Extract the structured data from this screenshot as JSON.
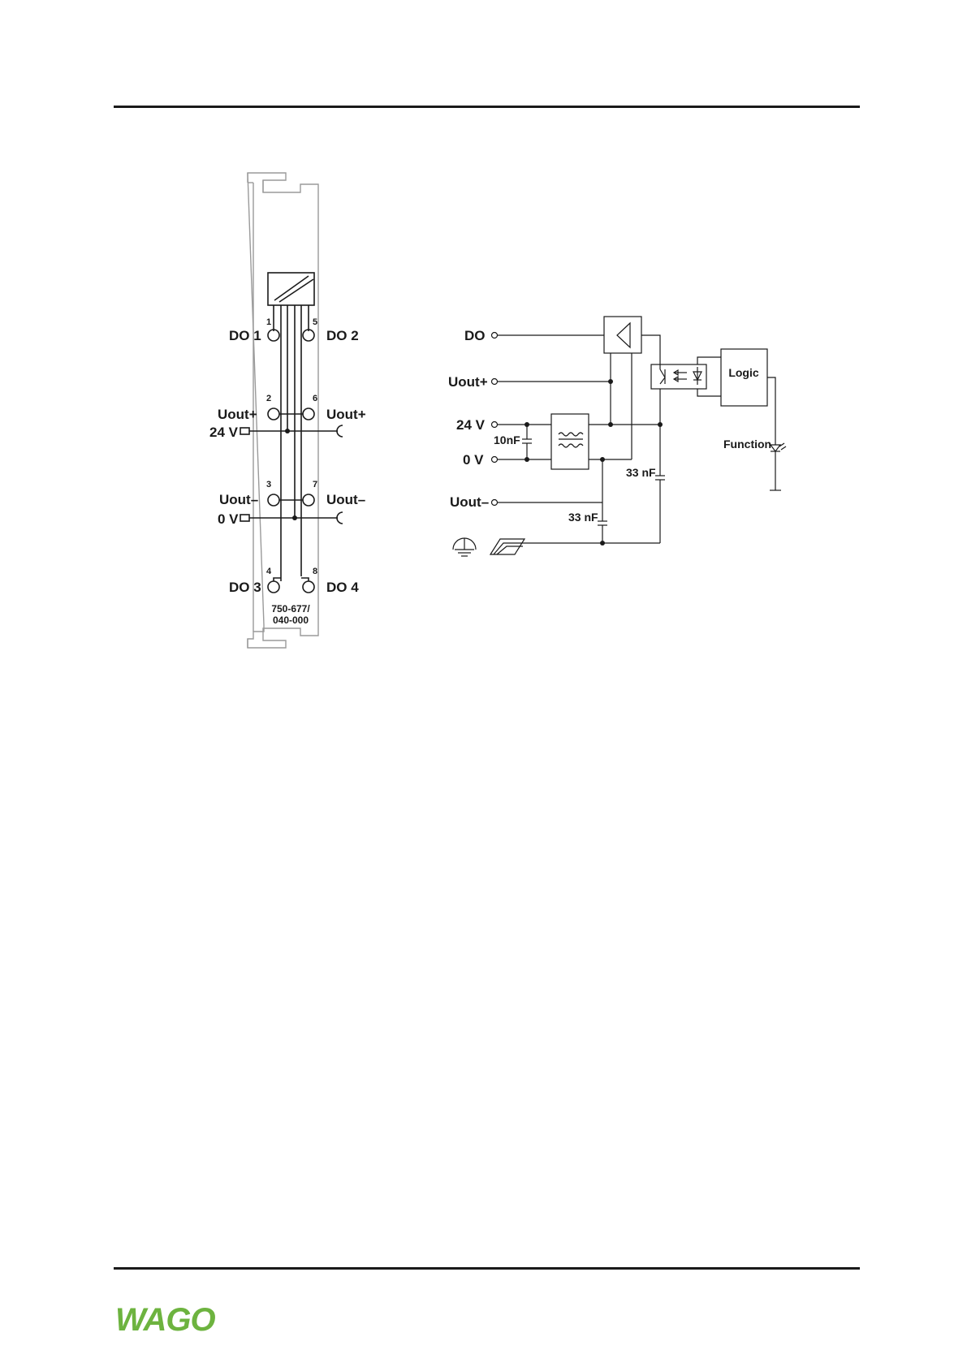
{
  "module": {
    "terminals": [
      {
        "num": "1",
        "label": "DO 1"
      },
      {
        "num": "5",
        "label": "DO 2"
      },
      {
        "num": "2",
        "label": "Uout+"
      },
      {
        "num": "6",
        "label": "Uout+"
      },
      {
        "num": "3",
        "label": "Uout–"
      },
      {
        "num": "7",
        "label": "Uout–"
      },
      {
        "num": "4",
        "label": "DO 3"
      },
      {
        "num": "8",
        "label": "DO 4"
      }
    ],
    "supply_left": [
      "24 V",
      "0 V"
    ],
    "part_number_line1": "750-677/",
    "part_number_line2": "040-000"
  },
  "schematic": {
    "inputs": [
      "DO",
      "Uout+",
      "24 V",
      "0 V",
      "Uout–"
    ],
    "cap_10nf": "10nF",
    "cap_33nf_a": "33 nF",
    "cap_33nf_b": "33 nF",
    "logic": "Logic",
    "function": "Function"
  },
  "footer": {
    "brand": "WAGO",
    "brand_color": "#6db33f"
  }
}
